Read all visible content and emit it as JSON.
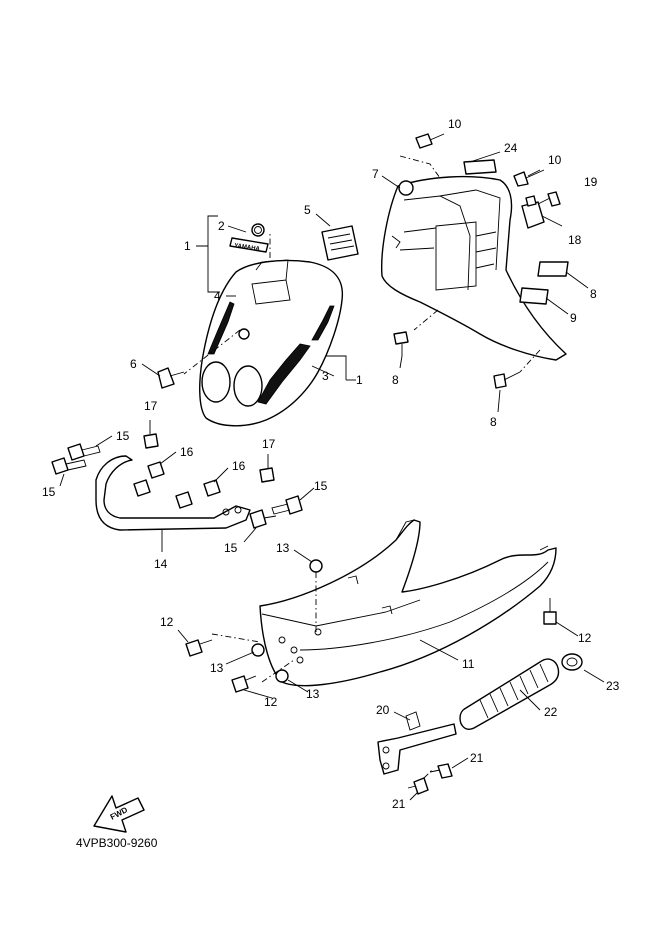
{
  "diagram_code": "4VPB300-9260",
  "fwd_label": "FWD",
  "logo_text": "YAMAHA",
  "callouts": [
    "1",
    "2",
    "3",
    "4",
    "5",
    "6",
    "7",
    "8",
    "9",
    "10",
    "11",
    "12",
    "13",
    "14",
    "15",
    "16",
    "17",
    "18",
    "19",
    "20",
    "21",
    "22",
    "23",
    "24"
  ]
}
